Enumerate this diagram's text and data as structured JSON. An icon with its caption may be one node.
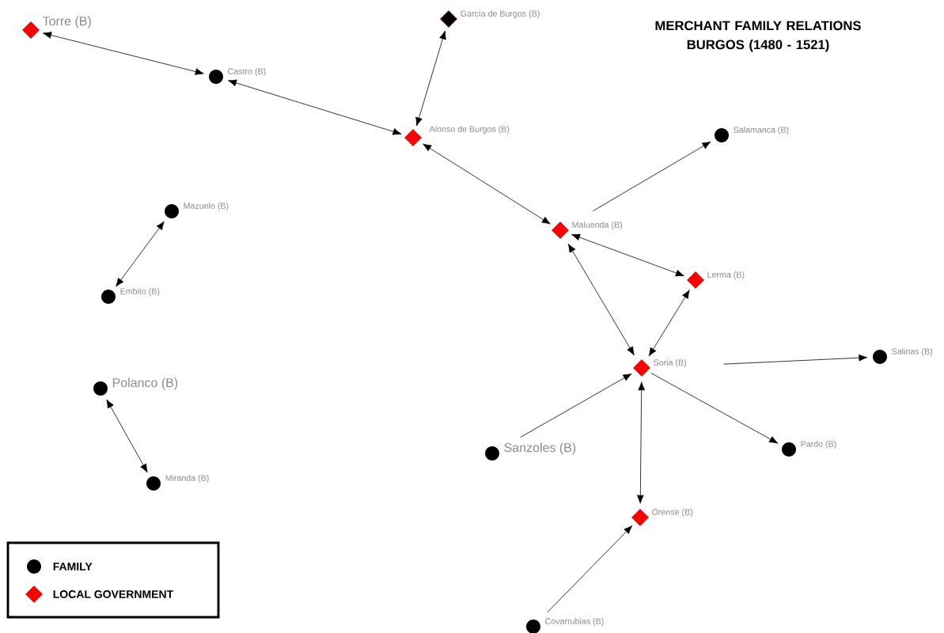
{
  "diagram": {
    "title": "MERCHANT FAMILY RELATIONS BURGOS (1480 - 1521)",
    "nodes": [
      {
        "text": [],
        "shape": "diamond",
        "beside": [
          "García de Burgos (B)"
        ]
      },
      {
        "text": [],
        "shape": "diamond",
        "beside": [
          "Torre (B)"
        ]
      },
      {
        "text": [],
        "shape": "circle",
        "beside": [
          "Castro (B)"
        ]
      },
      {
        "text": [],
        "shape": "circle",
        "beside": [
          "Salamanca (B)"
        ]
      },
      {
        "text": [],
        "shape": "diamond",
        "beside": [
          "Alonso de Burgos (B)"
        ]
      },
      {
        "text": [],
        "shape": "circle",
        "beside": [
          "Mazuelo (B)"
        ]
      },
      {
        "text": [],
        "shape": "diamond",
        "beside": [
          "Maluenda (B)"
        ]
      },
      {
        "text": [],
        "shape": "diamond",
        "beside": [
          "Lerma (B)"
        ]
      },
      {
        "text": [],
        "shape": "circle",
        "beside": [
          "Embito (B)"
        ]
      },
      {
        "text": [],
        "shape": "circle",
        "beside": [
          "Salinas (B)"
        ]
      },
      {
        "text": [],
        "shape": "diamond",
        "beside": [
          "Soria (B)"
        ]
      },
      {
        "text": [],
        "shape": "circle",
        "beside": [
          "Polanco (B)"
        ]
      },
      {
        "text": [],
        "shape": "circle",
        "beside": [
          "Pardo (B)"
        ]
      },
      {
        "text": [],
        "shape": "circle",
        "beside": [
          "Sanzoles (B)"
        ]
      },
      {
        "text": [],
        "shape": "circle",
        "beside": [
          "Miranda (B)"
        ]
      },
      {
        "text": [],
        "shape": "diamond",
        "beside": [
          "Orense (B)"
        ]
      },
      {
        "text": [],
        "shape": "circle",
        "beside": [
          "Covarrubias (B)"
        ]
      }
    ],
    "edges": [
      {
        "from": 1,
        "to": 2,
        "arrow": "both"
      },
      {
        "from": 2,
        "to": 4,
        "arrow": "both"
      },
      {
        "from": 0,
        "to": 4,
        "arrow": "both"
      },
      {
        "from": 4,
        "to": 6,
        "arrow": "both"
      },
      {
        "from": 6,
        "to": 3,
        "arrow": "to"
      },
      {
        "from": 6,
        "to": 7,
        "arrow": "both"
      },
      {
        "from": 6,
        "to": 10,
        "arrow": "both"
      },
      {
        "from": 7,
        "to": 10,
        "arrow": "both"
      },
      {
        "from": 10,
        "to": 9,
        "arrow": "to"
      },
      {
        "from": 13,
        "to": 10,
        "arrow": "to"
      },
      {
        "from": 10,
        "to": 12,
        "arrow": "to"
      },
      {
        "from": 10,
        "to": 15,
        "arrow": "both"
      },
      {
        "from": 16,
        "to": 15,
        "arrow": "to"
      },
      {
        "from": 8,
        "to": 5,
        "arrow": "both"
      },
      {
        "from": 11,
        "to": 14,
        "arrow": "both"
      }
    ],
    "legend": [
      {
        "text": "FAMILY"
      },
      {
        "text": "LOCAL GOVERNMENT"
      }
    ]
  }
}
